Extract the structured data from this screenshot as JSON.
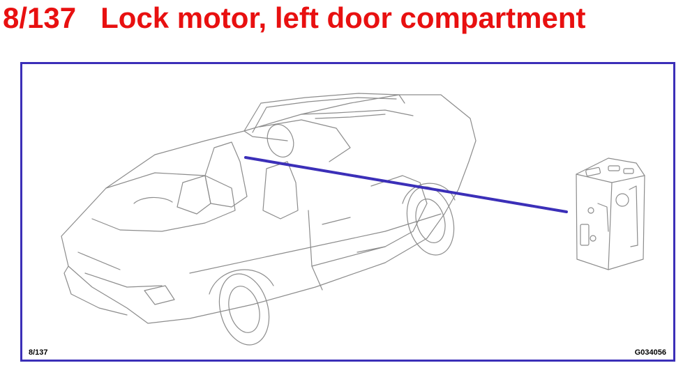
{
  "header": {
    "title": "8/137   Lock motor, left door compartment",
    "title_color": "#e81010"
  },
  "figure": {
    "frame_color": "#3b2fb8",
    "leader_line_color": "#3b2fb8",
    "line_art_color": "#8c8c8c",
    "subject": "car-convertible",
    "component": "lock-motor",
    "code_left": "8/137",
    "code_right": "G034056"
  }
}
